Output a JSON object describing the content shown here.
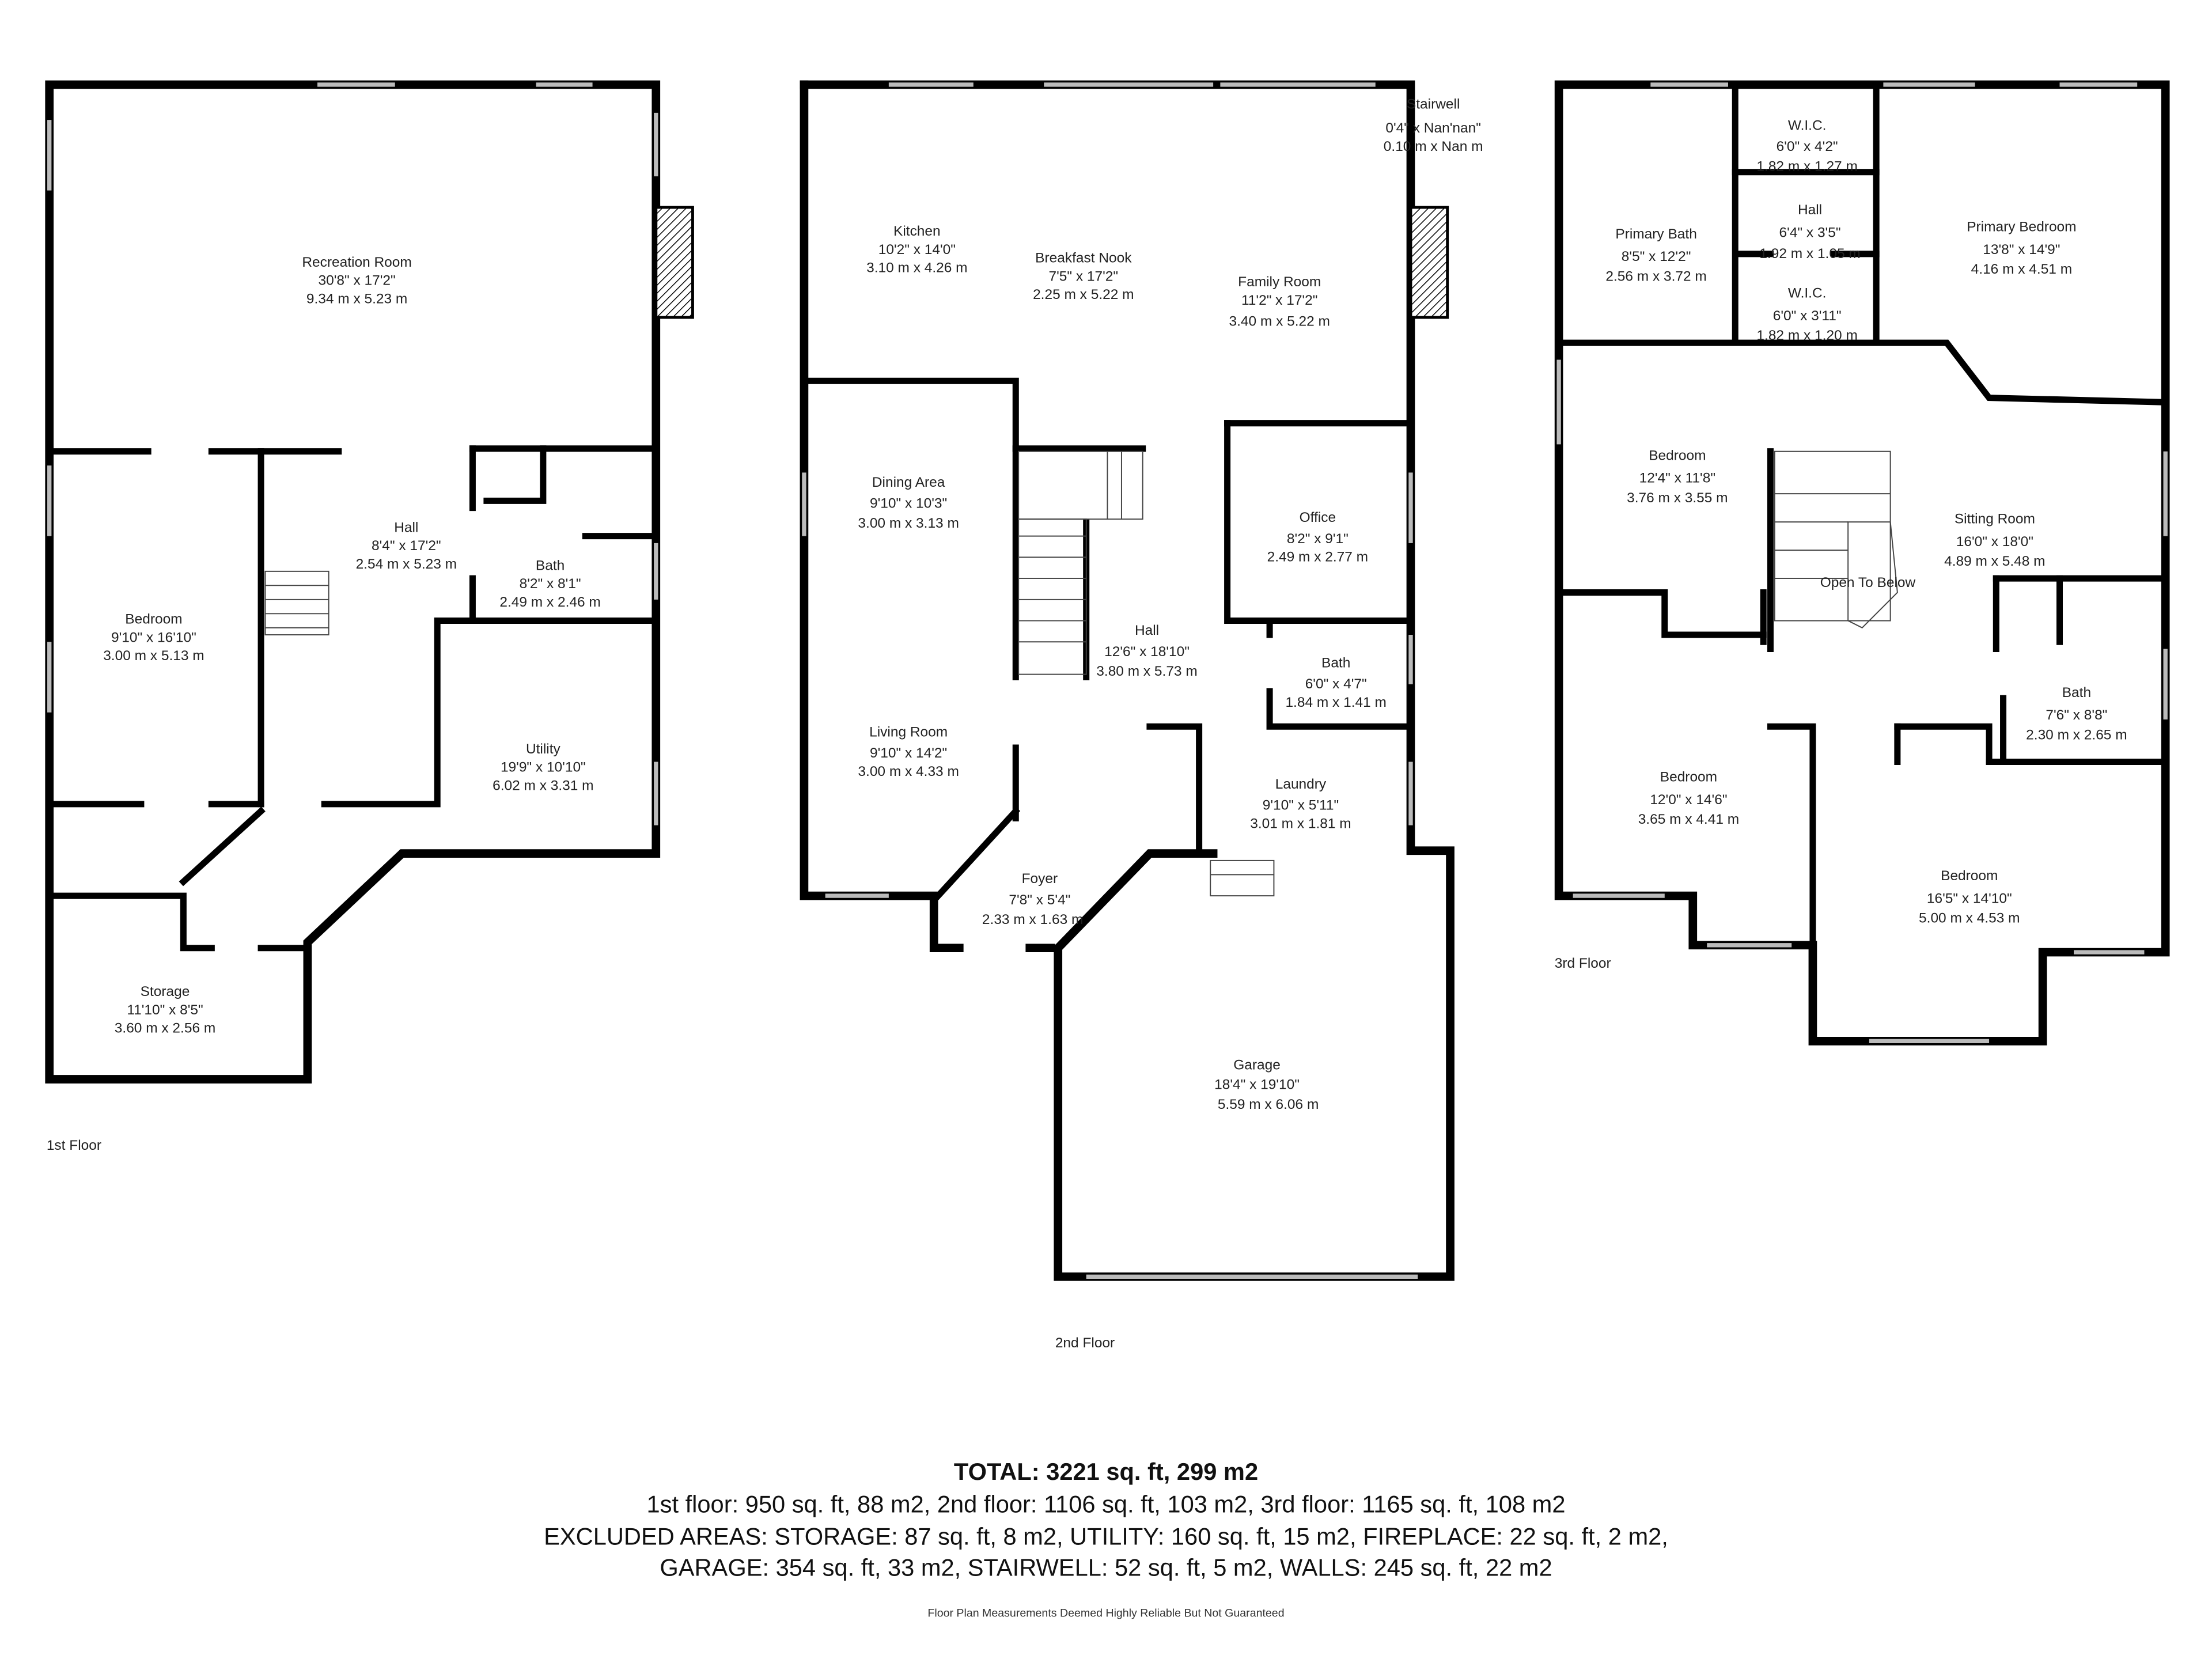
{
  "floors": [
    {
      "label": "1st Floor",
      "rooms": [
        {
          "name": "Recreation Room",
          "imperial": "30'8\" x 17'2\"",
          "metric": "9.34 m x 5.23 m"
        },
        {
          "name": "Hall",
          "imperial": "8'4\" x 17'2\"",
          "metric": "2.54 m x 5.23 m"
        },
        {
          "name": "Bath",
          "imperial": "8'2\" x 8'1\"",
          "metric": "2.49 m x 2.46 m"
        },
        {
          "name": "Bedroom",
          "imperial": "9'10\" x 16'10\"",
          "metric": "3.00 m x 5.13 m"
        },
        {
          "name": "Utility",
          "imperial": "19'9\" x 10'10\"",
          "metric": "6.02 m x 3.31 m"
        },
        {
          "name": "Storage",
          "imperial": "11'10\" x 8'5\"",
          "metric": "3.60 m x 2.56 m"
        }
      ]
    },
    {
      "label": "2nd Floor",
      "rooms": [
        {
          "name": "Kitchen",
          "imperial": "10'2\" x 14'0\"",
          "metric": "3.10 m x 4.26 m"
        },
        {
          "name": "Breakfast Nook",
          "imperial": "7'5\" x 17'2\"",
          "metric": "2.25 m x 5.22 m"
        },
        {
          "name": "Family Room",
          "imperial": "11'2\" x 17'2\"",
          "metric": "3.40 m x 5.22 m"
        },
        {
          "name": "Stairwell",
          "imperial": "0'4\" x Nan'nan\"",
          "metric": "0.10 m x Nan m"
        },
        {
          "name": "Dining Area",
          "imperial": "9'10\" x 10'3\"",
          "metric": "3.00 m x 3.13 m"
        },
        {
          "name": "Office",
          "imperial": "8'2\" x 9'1\"",
          "metric": "2.49 m x 2.77 m"
        },
        {
          "name": "Hall",
          "imperial": "12'6\" x 18'10\"",
          "metric": "3.80 m x 5.73 m"
        },
        {
          "name": "Bath",
          "imperial": "6'0\" x 4'7\"",
          "metric": "1.84 m x 1.41 m"
        },
        {
          "name": "Living Room",
          "imperial": "9'10\" x 14'2\"",
          "metric": "3.00 m x 4.33 m"
        },
        {
          "name": "Laundry",
          "imperial": "9'10\" x 5'11\"",
          "metric": "3.01 m x 1.81 m"
        },
        {
          "name": "Foyer",
          "imperial": "7'8\" x 5'4\"",
          "metric": "2.33 m x 1.63 m"
        },
        {
          "name": "Garage",
          "imperial": "18'4\" x 19'10\"",
          "metric": "5.59 m x 6.06 m"
        }
      ]
    },
    {
      "label": "3rd Floor",
      "rooms": [
        {
          "name": "W.I.C.",
          "imperial": "6'0\" x 4'2\"",
          "metric": "1.82 m x 1.27 m"
        },
        {
          "name": "Hall",
          "imperial": "6'4\" x 3'5\"",
          "metric": "1.92 m x 1.05 m"
        },
        {
          "name": "Primary Bath",
          "imperial": "8'5\" x 12'2\"",
          "metric": "2.56 m x 3.72 m"
        },
        {
          "name": "Primary Bedroom",
          "imperial": "13'8\" x 14'9\"",
          "metric": "4.16 m x 4.51 m"
        },
        {
          "name": "W.I.C.",
          "imperial": "6'0\" x 3'11\"",
          "metric": "1.82 m x 1.20 m"
        },
        {
          "name": "Bedroom",
          "imperial": "12'4\" x 11'8\"",
          "metric": "3.76 m x 3.55 m"
        },
        {
          "name": "Sitting Room",
          "imperial": "16'0\" x 18'0\"",
          "metric": "4.89 m x 5.48 m"
        },
        {
          "name": "Open To Below",
          "imperial": "",
          "metric": ""
        },
        {
          "name": "Bath",
          "imperial": "7'6\" x 8'8\"",
          "metric": "2.30 m x 2.65 m"
        },
        {
          "name": "Bedroom",
          "imperial": "12'0\" x 14'6\"",
          "metric": "3.65 m x 4.41 m"
        },
        {
          "name": "Bedroom",
          "imperial": "16'5\" x 14'10\"",
          "metric": "5.00 m x 4.53 m"
        }
      ]
    }
  ],
  "summary": {
    "total": "TOTAL: 3221 sq. ft, 299 m2",
    "floors_line": "1st floor: 950 sq. ft, 88 m2, 2nd floor: 1106 sq. ft, 103 m2, 3rd floor: 1165 sq. ft, 108 m2",
    "excluded_line1": "EXCLUDED AREAS: STORAGE: 87 sq. ft, 8 m2, UTILITY: 160 sq. ft, 15 m2, FIREPLACE: 22 sq. ft, 2 m2,",
    "excluded_line2": "GARAGE: 354 sq. ft, 33 m2, STAIRWELL: 52 sq. ft, 5 m2, WALLS: 245 sq. ft, 22 m2",
    "disclaimer": "Floor Plan Measurements Deemed Highly Reliable But Not Guaranteed"
  }
}
